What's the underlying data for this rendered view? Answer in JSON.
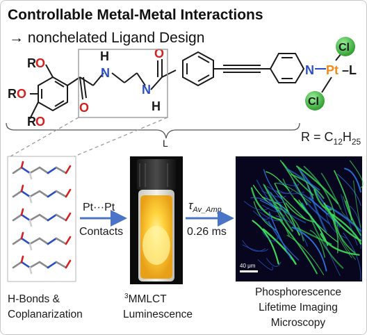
{
  "header": {
    "title": "Controllable Metal-Metal Interactions",
    "subtitle": "→ nonchelated Ligand Design"
  },
  "molecule": {
    "ro": "RO",
    "ro_r": "R",
    "ro_o": "O",
    "nh": "N",
    "h": "H",
    "o": "O",
    "pyridine_n": "N",
    "pt": "Pt",
    "pt_suffix": "–L",
    "cl": "Cl",
    "r_def_prefix": "R = C",
    "r_def_sub1": "12",
    "r_def_mid": "H",
    "r_def_sub2": "25",
    "ligand_label": "L"
  },
  "steps": {
    "arrow1_top": "Pt···Pt",
    "arrow1_bottom": "Contacts",
    "arrow2_top_symbol": "τ",
    "arrow2_top_sub": "Av_Amp",
    "arrow2_bottom": "0.26 ms",
    "scale_bar": "40 μm"
  },
  "captions": {
    "left_line1": "H-Bonds &",
    "left_line2": "Coplanarization",
    "mid_sup": "3",
    "mid_line1": "MMLCT",
    "mid_line2": "Luminescence",
    "right_line1": "Phosphorescence",
    "right_line2": "Lifetime Imaging",
    "right_line3": "Microscopy"
  },
  "colors": {
    "oxygen_red": "#d42020",
    "nitrogen_blue": "#2a4fc0",
    "platinum_orange": "#f08a1a",
    "chlorine_green": "#3fb83f",
    "arrow_blue": "#4a74c8",
    "fiber_green": "#3ee05a",
    "fiber_bg": "#07061e"
  }
}
